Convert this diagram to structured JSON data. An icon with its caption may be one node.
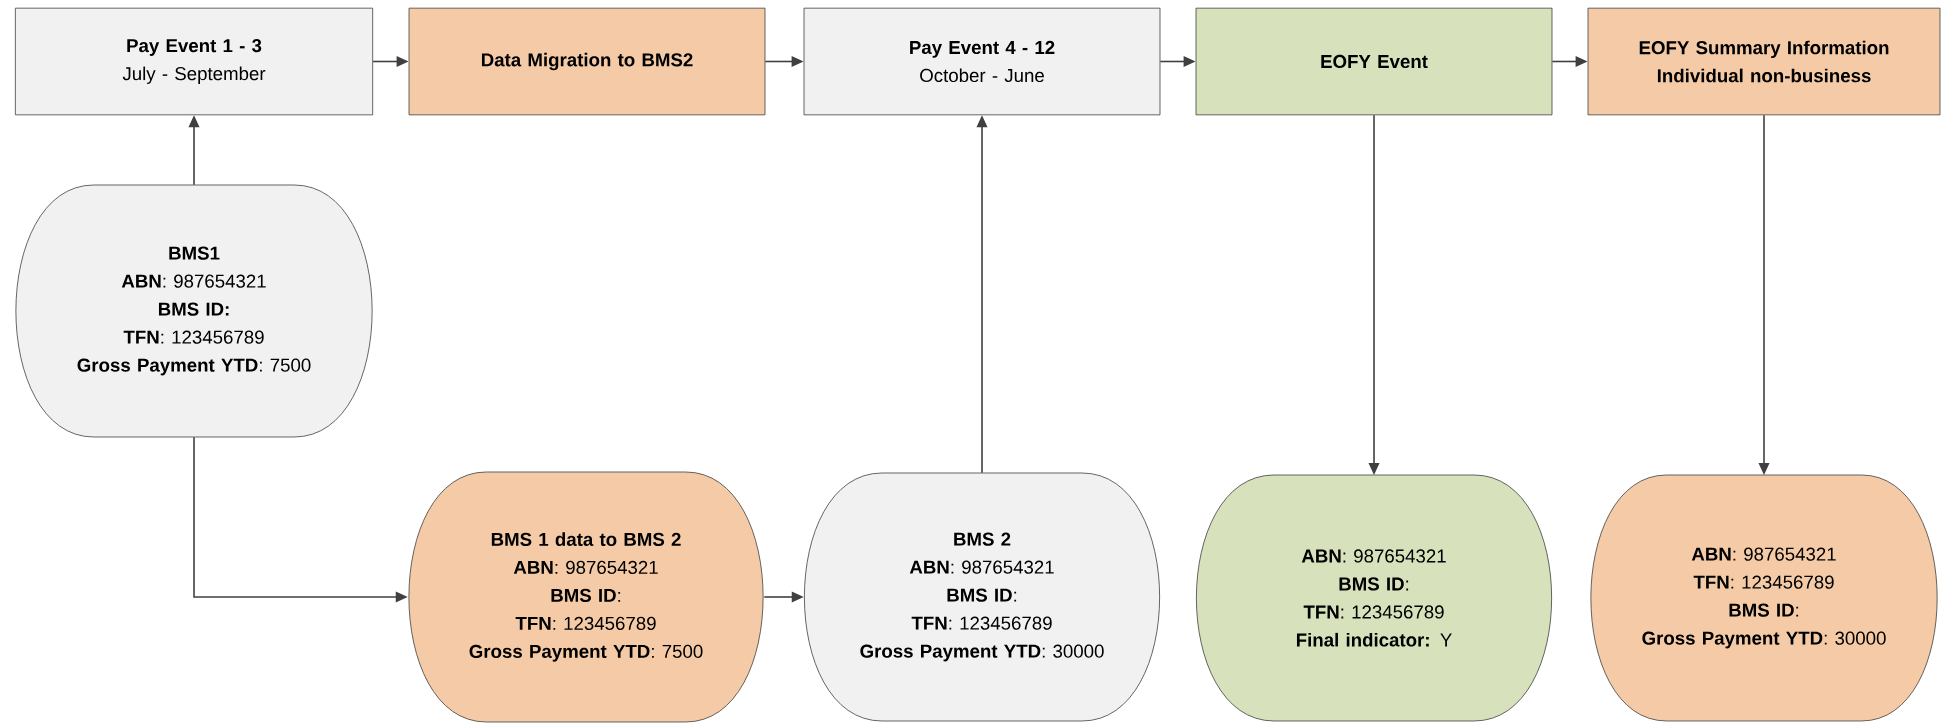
{
  "diagram": {
    "nodes": [
      {
        "text": [
          "Pay Event 1 - 3",
          "July - September"
        ]
      },
      {
        "text": [
          "Data Migration to BMS2"
        ]
      },
      {
        "text": [
          "Pay Event 4 - 12",
          "October - June"
        ]
      },
      {
        "text": [
          "EOFY Event"
        ]
      },
      {
        "text": [
          "EOFY Summary Information Individual non-business"
        ]
      },
      {
        "text": [
          "**BMS1**",
          "**ABN**: 987654321",
          "**BMS ID:**",
          "**TFN**: 123456789",
          "**Gross Payment YTD**: 7500"
        ]
      },
      {
        "text": [
          "**BMS 1 data to BMS 2**",
          "**ABN**: 987654321",
          "**BMS ID**:",
          "**TFN**: 123456789",
          "**Gross Payment YTD**: 7500"
        ]
      },
      {
        "text": [
          "**BMS 2**",
          "**ABN**: 987654321",
          "**BMS ID**:",
          "**TFN**: 123456789",
          "**Gross Payment YTD**: 30000"
        ]
      },
      {
        "text": [
          "**ABN**: 987654321",
          "**BMS ID**:",
          "**TFN**: 123456789",
          "**Final indicator:** Y"
        ]
      },
      {
        "text": [
          "**ABN**: 987654321",
          "**TFN**: 123456789",
          "**BMS ID**:",
          "**Gross Payment YTD**: 30000"
        ]
      }
    ],
    "edges": [
      {
        "from": 5,
        "to": 0,
        "arrow": "to"
      },
      {
        "from": 0,
        "to": 1,
        "arrow": "to"
      },
      {
        "from": 1,
        "to": 2,
        "arrow": "to"
      },
      {
        "from": 2,
        "to": 3,
        "arrow": "to"
      },
      {
        "from": 3,
        "to": 4,
        "arrow": "to"
      },
      {
        "from": 5,
        "to": 6,
        "arrow": "to"
      },
      {
        "from": 6,
        "to": 7,
        "arrow": "to"
      },
      {
        "from": 7,
        "to": 2,
        "arrow": "to"
      },
      {
        "from": 3,
        "to": 8,
        "arrow": "to"
      },
      {
        "from": 4,
        "to": 9,
        "arrow": "to"
      }
    ]
  }
}
